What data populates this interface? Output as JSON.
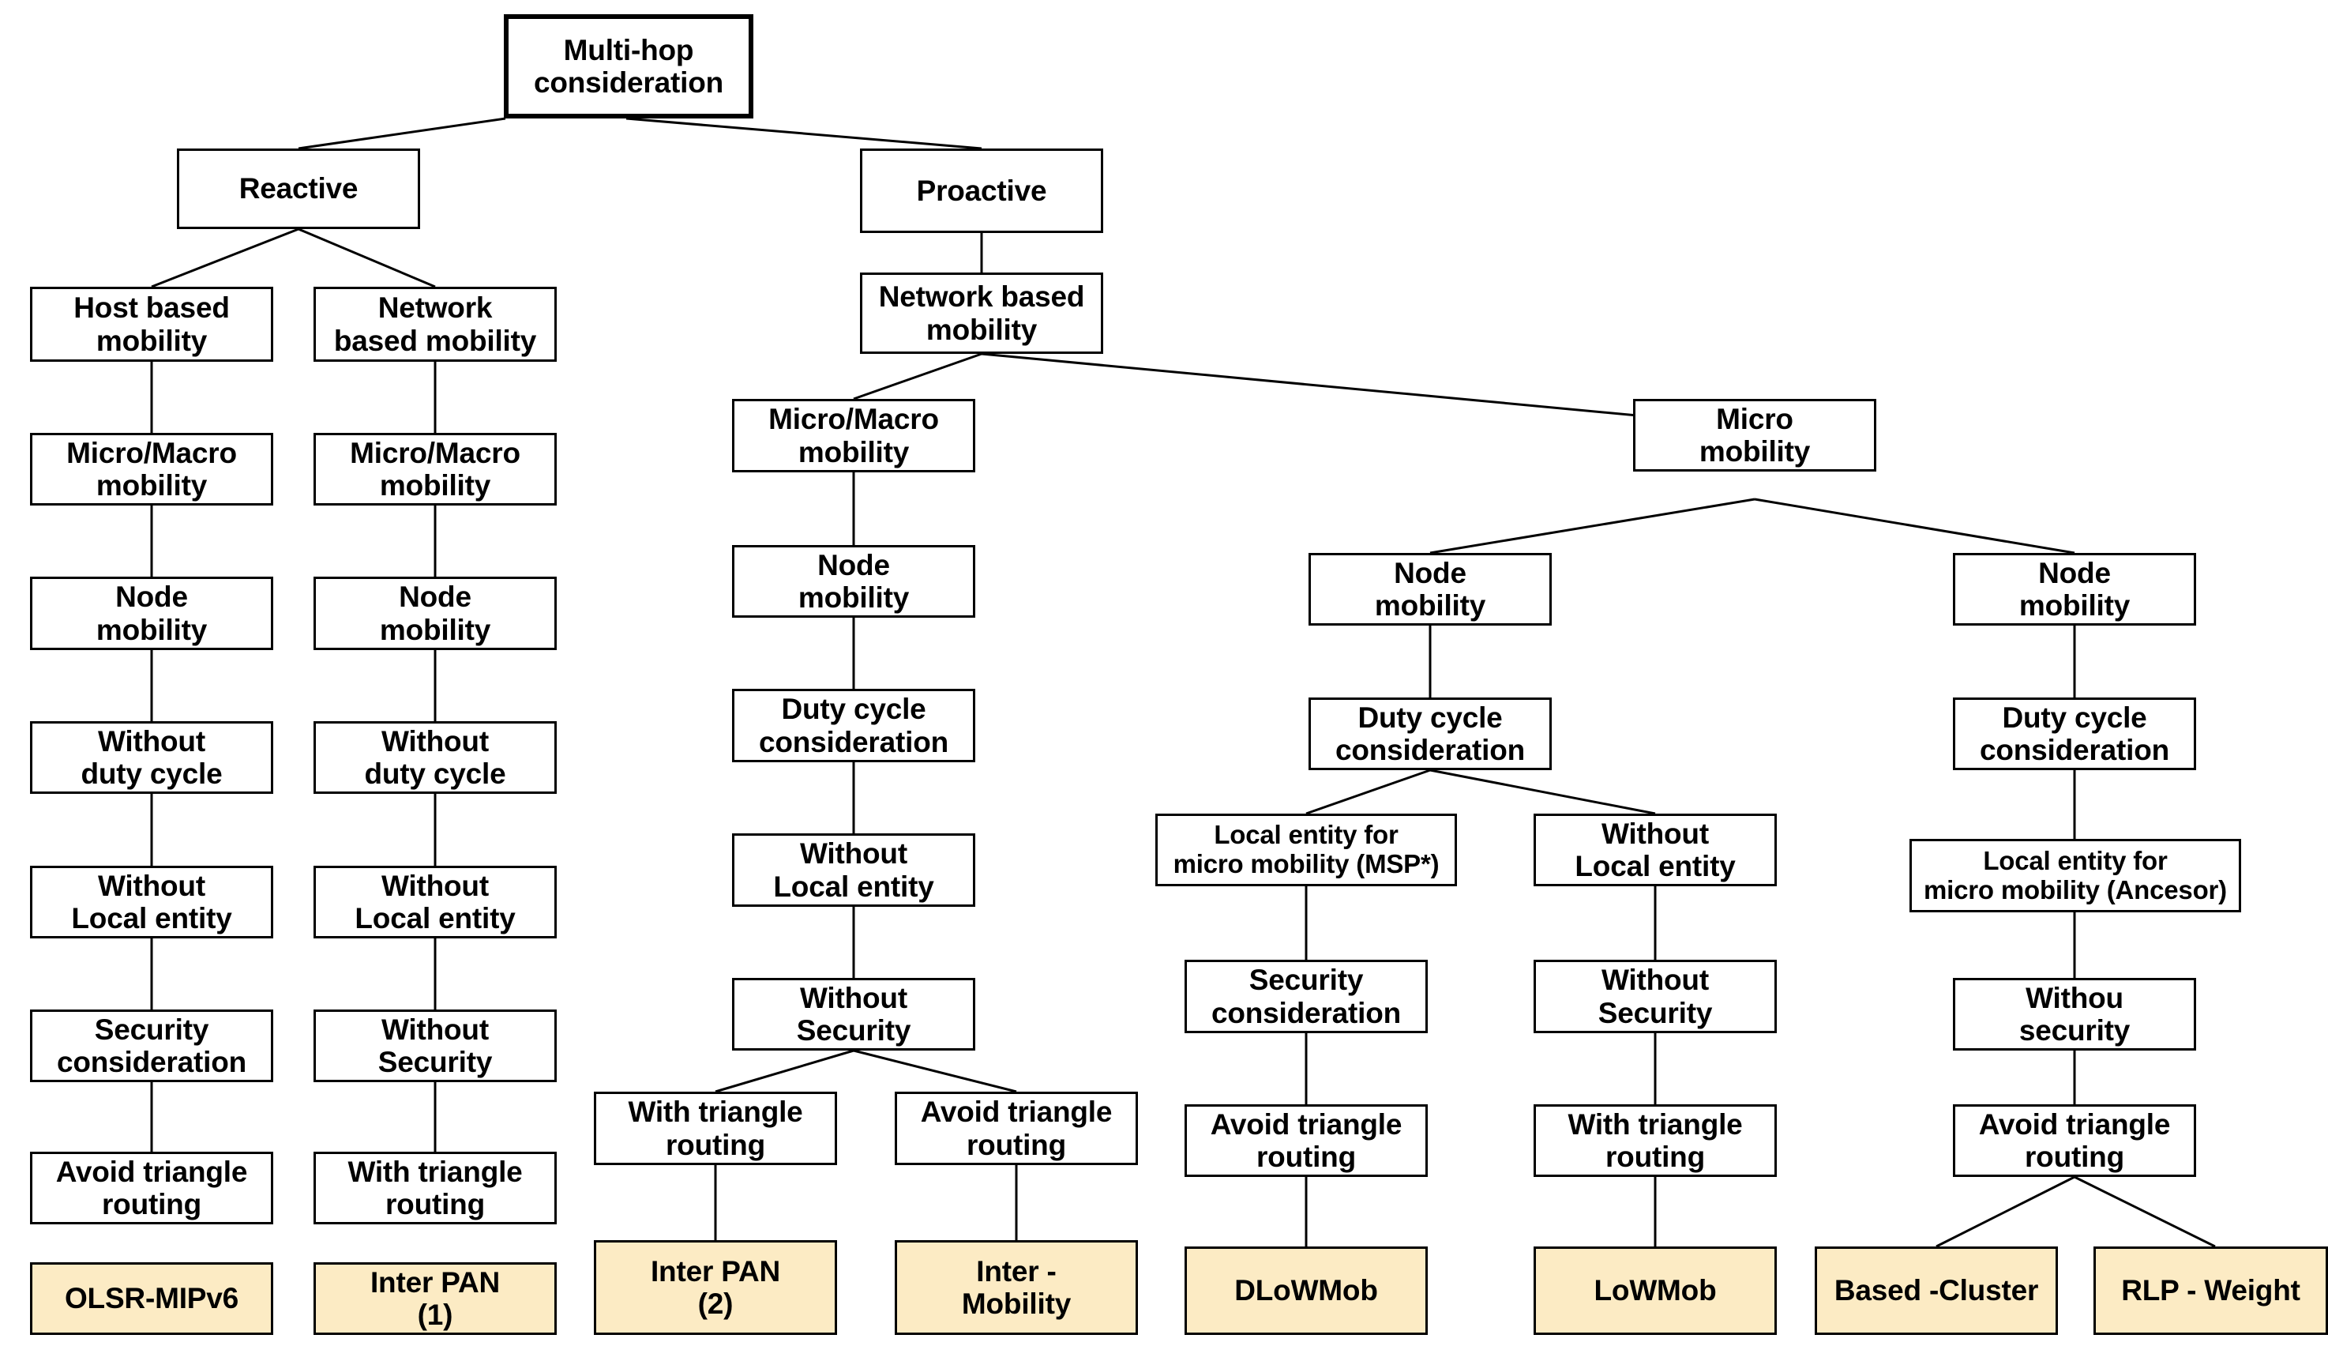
{
  "diagram": {
    "type": "tree-taxonomy",
    "title_node": "Multi-hop consideration",
    "colors": {
      "leaf_fill": "#FCEBC4",
      "node_fill": "#FFFFFF",
      "stroke": "#000000"
    },
    "nodes": {
      "root": "Multi-hop\nconsideration",
      "reactive": "Reactive",
      "proactive": "Proactive",
      "r_host_based": "Host based\nmobility",
      "r_net_based": "Network\nbased mobility",
      "c1_micro_macro": "Micro/Macro\nmobility",
      "c1_node": "Node\nmobility",
      "c1_without_duty": "Without\nduty cycle",
      "c1_without_local": "Without\nLocal entity",
      "c1_security": "Security\nconsideration",
      "c1_avoid_tri": "Avoid triangle\nrouting",
      "c1_leaf": "OLSR-MIPv6",
      "c2_micro_macro": "Micro/Macro\nmobility",
      "c2_node": "Node\nmobility",
      "c2_without_duty": "Without\nduty cycle",
      "c2_without_local": "Without\nLocal entity",
      "c2_without_sec": "Without\nSecurity",
      "c2_with_tri": "With triangle\nrouting",
      "c2_leaf": "Inter PAN\n(1)",
      "p_net_based": "Network based\nmobility",
      "c3_micro_macro": "Micro/Macro\nmobility",
      "c3_node": "Node\nmobility",
      "c3_duty": "Duty cycle\nconsideration",
      "c3_without_local": "Without\nLocal entity",
      "c3_without_sec": "Without\nSecurity",
      "c3_with_tri": "With triangle\nrouting",
      "c3_leaf": "Inter PAN\n(2)",
      "c4_avoid_tri": "Avoid triangle\nrouting",
      "c4_leaf": "Inter -\nMobility",
      "micro_mobility": "Micro\nmobility",
      "c5_node": "Node\nmobility",
      "c5_duty": "Duty cycle\nconsideration",
      "c5_local_msp": "Local entity for\nmicro mobility (MSP*)",
      "c5_security": "Security\nconsideration",
      "c5_avoid_tri": "Avoid triangle\nrouting",
      "c5_leaf": "DLoWMob",
      "c6_without_local": "Without\nLocal entity",
      "c6_without_sec": "Without\nSecurity",
      "c6_with_tri": "With triangle\nrouting",
      "c6_leaf": "LoWMob",
      "c7_node": "Node\nmobility",
      "c7_duty": "Duty cycle\nconsideration",
      "c7_local_ancesor": "Local entity for\nmicro mobility (Ancesor)",
      "c7_withou_sec": "Withou\nsecurity",
      "c7_avoid_tri": "Avoid triangle\nrouting",
      "c7_leaf_a": "Based -Cluster",
      "c7_leaf_b": "RLP - Weight"
    }
  }
}
